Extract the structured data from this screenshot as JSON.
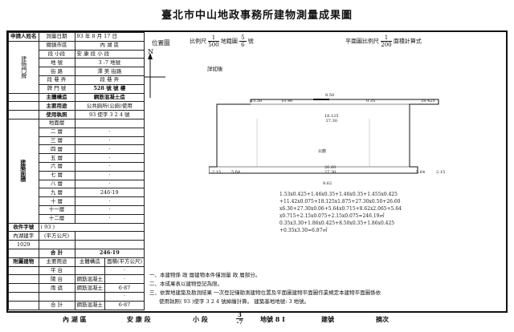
{
  "title": "臺北市中山地政事務所建物測量成果圖",
  "left": {
    "applicant": "申請人姓名",
    "survey_date_label": "測量日期",
    "survey_date_value": "93 年 8 月 17 日",
    "building_no_label": "建物門牌",
    "district_label": "鄉鎮市區",
    "district_value": "內 湖 區",
    "section_label": "段 小段",
    "section_value": "安 康 段 小 段",
    "lot_label": "地 號",
    "lot_value": "3 -7 地號",
    "street_label": "街 路",
    "street_value": "澤 美 街路",
    "lane_label": "段 巷 弄",
    "lane_value": "段 巷 弄",
    "number_label": "牌 門 號",
    "number_value": "528 號 號 樓",
    "structure_label": "主體構造",
    "structure_value": "鋼筋混凝土造",
    "use_label": "主要用途",
    "use_value": "公共廁所(公廁)使用",
    "license_label": "使用執照",
    "license_value": "93 使字 3 2 4 號",
    "floors_label": "建築面積",
    "floors": [
      {
        "name": "地面層",
        "value": ""
      },
      {
        "name": "二 層",
        "value": "·"
      },
      {
        "name": "三 層",
        "value": "·"
      },
      {
        "name": "四 層",
        "value": "·"
      },
      {
        "name": "五 層",
        "value": "·"
      },
      {
        "name": "六 層",
        "value": "·"
      },
      {
        "name": "七 層",
        "value": "·"
      },
      {
        "name": "八 層",
        "value": "·"
      },
      {
        "name": "九 層",
        "value": "246·19"
      },
      {
        "name": "十 層",
        "value": "·"
      },
      {
        "name": "十一層",
        "value": "·"
      },
      {
        "name": "十二層",
        "value": "·"
      }
    ],
    "sq_label": "(平方公尺)",
    "total_label": "合 計",
    "total_value": "246·19",
    "receipt_label": "收件字號",
    "receipt_year": "( 93 )",
    "receipt_district": "內湖建字",
    "receipt_no": "1029",
    "annex_label": "附屬建物",
    "annex_use_label": "主要用途",
    "annex_struct_label": "主體構造",
    "annex_area_label": "面積(平方公尺)",
    "annex_rows": [
      {
        "use": "平 台",
        "struct": "",
        "area": "·"
      },
      {
        "use": "陽 台",
        "struct": "鋼筋混凝土",
        "area": "·"
      },
      {
        "use": "雨 遮",
        "struct": "鋼筋混凝土",
        "area": "6·87"
      },
      {
        "use": "",
        "struct": "",
        "area": "·"
      },
      {
        "use": "合 計",
        "struct": "鋼筋混凝土",
        "area": "6·87"
      }
    ]
  },
  "right": {
    "position_label": "位置圖",
    "scale_label": "比例尺",
    "scale_n": "1",
    "scale_d": "500",
    "map_label": "地籍圖",
    "map_n": "5",
    "map_d": "6",
    "map_suffix": "號",
    "plan_label": "平面圖比例尺",
    "plan_n": "1",
    "plan_d": "200",
    "area_calc_label": "面積計算式",
    "north": "N",
    "detail_label": "詳如後",
    "dims_top": [
      "15.58",
      "10.46",
      "8.50",
      "0.35",
      "18.425"
    ],
    "dims_mid": [
      "18.125",
      "27.30"
    ],
    "dims_low": [
      "26.60",
      "27.30"
    ],
    "dims_side": [
      "2.15",
      "5.64",
      "8.62",
      "5.64",
      "2.15"
    ],
    "room_label": "公廁",
    "calc_lines": [
      "1.53x0.425+1.46x0.35+1.46x0.35+1.455x0.425",
      "+11.42x0.075+18.125x1.875+27.30x0.50+26.60",
      "x6.30+27.30x0.06+5.64x0.715+8.62x2.065+5.64",
      "x0.715+2.15x0.075+2.15x0.075=246.19㎡",
      "0.35x3.30+1.86x0.425+8.50x0.35+1.86x0.425",
      "+0.35x3.30=6.87㎡"
    ],
    "notes": [
      "一、本建物係 政 層建物本件僅測量 政 層部分。",
      "二、本成果表以建物登記為限。",
      "三、依實地建築及勘測結果 一次登記僅勘測建物位置及平面圖建物平面圖作業規定本建物平面圖係依",
      "使用執照( 93 )使字 3 2 4 號掉繪計算。 建築基地地號: 3 地號。"
    ]
  },
  "footer": {
    "district": "內 湖 區",
    "section": "安 康 段",
    "subsection": "小 段",
    "lot_n": "3",
    "lot_d": "-7",
    "lot_label": "地號 8 I",
    "building": "建號",
    "sheet": "摘次"
  }
}
